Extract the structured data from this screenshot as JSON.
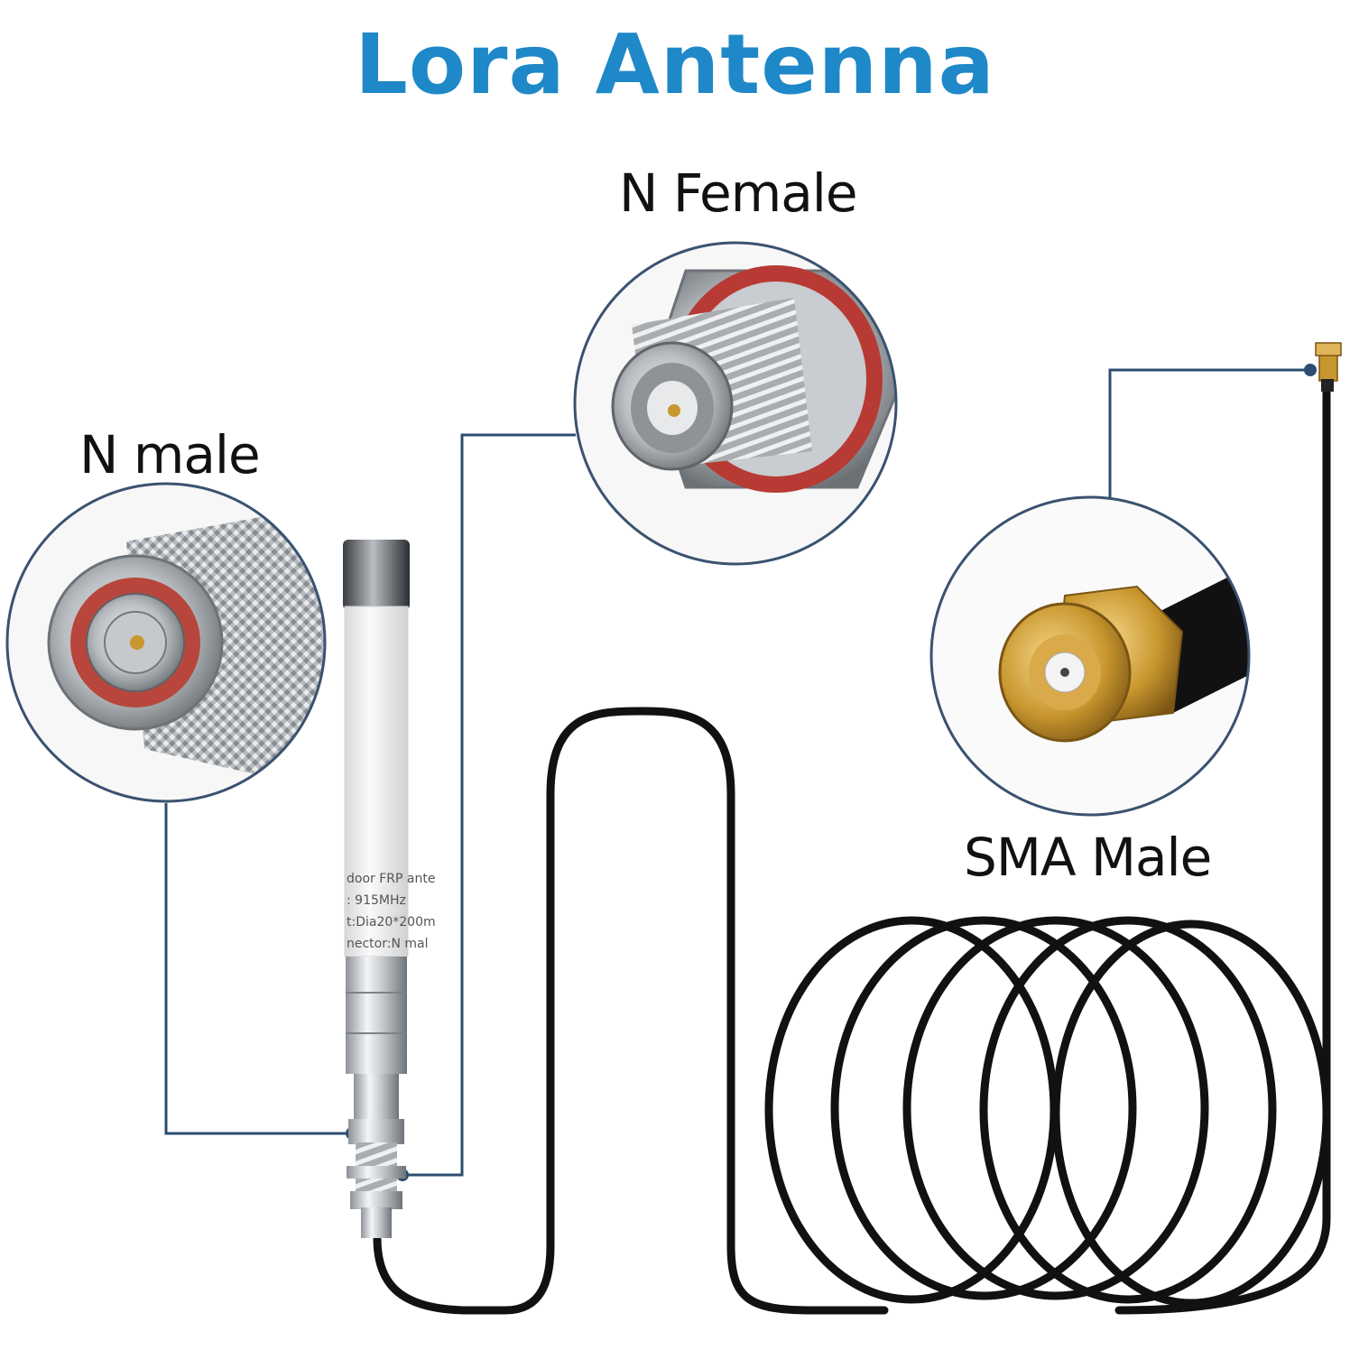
{
  "title": "Lora Antenna",
  "colors": {
    "title": "#1e88c8",
    "leader_lines": "#2d4d70",
    "circle_border": "#3a5270",
    "cable": "#111111",
    "gold": "#c8962e",
    "silver": "#c9ccd0",
    "seal_red": "#b83a34"
  },
  "callouts": {
    "n_female": "N Female",
    "n_male": "N male",
    "sma_male": "SMA Male"
  },
  "antenna_label": {
    "line1": "door FRP ante",
    "line2": ": 915MHz",
    "line3": "t:Dia20*200m",
    "line4": "nector:N mal"
  }
}
